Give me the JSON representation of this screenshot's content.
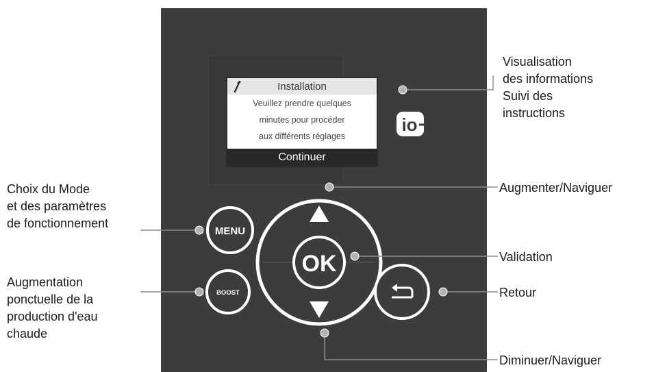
{
  "screen": {
    "title": "Installation",
    "lines": [
      "Veuillez prendre quelques",
      "minutes pour procéder",
      "aux différents réglages"
    ],
    "button": "Continuer"
  },
  "buttons": {
    "menu": "MENU",
    "boost": "BOOST",
    "ok": "OK",
    "io_logo": "io"
  },
  "labels": {
    "visualisation": [
      "Visualisation",
      "des informations",
      "Suivi des",
      "instructions"
    ],
    "augmenter": "Augmenter/Naviguer",
    "validation": "Validation",
    "retour": "Retour",
    "diminuer": "Diminuer/Naviguer",
    "choix": [
      "Choix du Mode",
      "et des paramètres",
      "de fonctionnement"
    ],
    "augmentation": [
      "Augmentation",
      "ponctuelle de  la",
      "production d'eau",
      "chaude"
    ]
  },
  "icons": [
    "wrench-icon",
    "io-logo-icon",
    "up-arrow-icon",
    "down-arrow-icon",
    "back-arrow-icon"
  ],
  "colors": {
    "panel": "#3e3b3c",
    "dot": "#b3b3b3",
    "leader": "#8c8c8c",
    "button_ring": "#ffffff"
  }
}
